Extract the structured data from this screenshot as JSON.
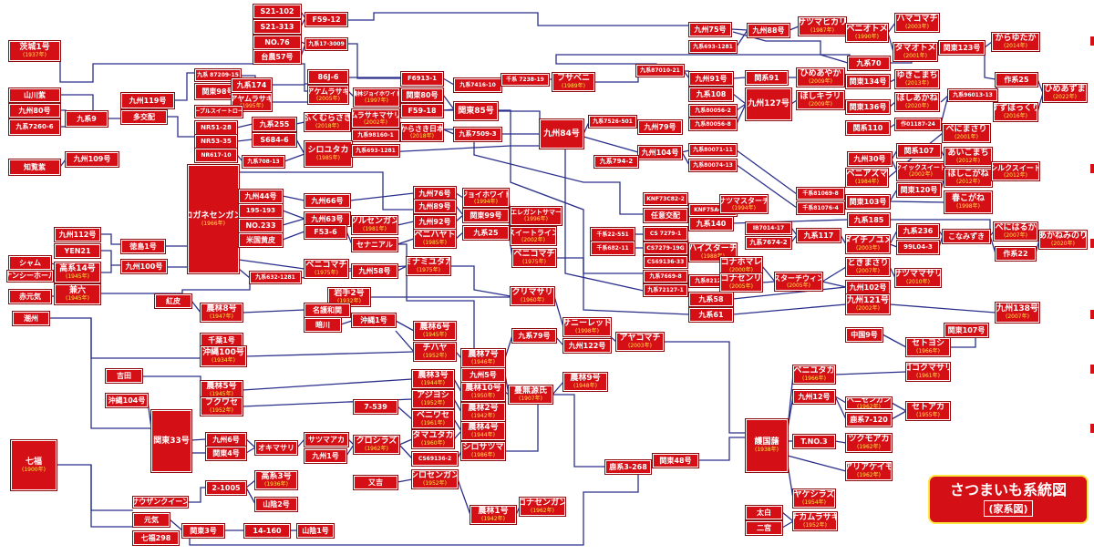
{
  "title": "さつまいも系統図",
  "subtitle": "(家系図)",
  "colors": {
    "node_fill": "#d40f16",
    "year_text": "#ffe640",
    "line": "#2a2f8a"
  },
  "nodes": [
    {
      "id": "c1",
      "name": "茨城1号",
      "year": "(1937年)"
    },
    {
      "id": "c2",
      "name": "山川紫",
      "year": ""
    },
    {
      "id": "c3",
      "name": "九州80号",
      "year": ""
    },
    {
      "id": "c4",
      "name": "九系7260-6",
      "year": ""
    },
    {
      "id": "c5",
      "name": "知覧紫",
      "year": ""
    },
    {
      "id": "c6",
      "name": "九系9",
      "year": ""
    },
    {
      "id": "c7",
      "name": "九州119号",
      "year": ""
    },
    {
      "id": "c8",
      "name": "多交配",
      "year": ""
    },
    {
      "id": "c9",
      "name": "九州109号",
      "year": ""
    },
    {
      "id": "c10",
      "name": "九州112号",
      "year": ""
    },
    {
      "id": "c11",
      "name": "YEN21",
      "year": ""
    },
    {
      "id": "c12",
      "name": "シャム",
      "year": ""
    },
    {
      "id": "c13",
      "name": "高系14号",
      "year": "(1945年)"
    },
    {
      "id": "c14",
      "name": "ナンシーホール",
      "year": ""
    },
    {
      "id": "c15",
      "name": "赤元気",
      "year": ""
    },
    {
      "id": "c16",
      "name": "兼六",
      "year": "(1945年)"
    },
    {
      "id": "c17",
      "name": "徳島1号",
      "year": ""
    },
    {
      "id": "c18",
      "name": "九州100号",
      "year": ""
    },
    {
      "id": "c19",
      "name": "潮州",
      "year": ""
    },
    {
      "id": "c20",
      "name": "七福",
      "year": "(1900年)"
    },
    {
      "id": "c21",
      "name": "沖縄104号",
      "year": ""
    },
    {
      "id": "c22",
      "name": "吉田",
      "year": ""
    },
    {
      "id": "c23",
      "name": "S21-102",
      "year": ""
    },
    {
      "id": "c24",
      "name": "S21-313",
      "year": ""
    },
    {
      "id": "c25",
      "name": "NO.76",
      "year": ""
    },
    {
      "id": "c26",
      "name": "台農57号",
      "year": ""
    },
    {
      "id": "c27",
      "name": "F59-12",
      "year": ""
    },
    {
      "id": "c28",
      "name": "九系17-3009",
      "year": ""
    },
    {
      "id": "c29",
      "name": "九系 87209-15",
      "year": ""
    },
    {
      "id": "c30",
      "name": "関東98号",
      "year": ""
    },
    {
      "id": "c31",
      "name": "九系174",
      "year": ""
    },
    {
      "id": "c32",
      "name": "アヤムラサキ",
      "year": "(1995年)"
    },
    {
      "id": "c33",
      "name": "86J-6",
      "year": ""
    },
    {
      "id": "c34",
      "name": "アケムラサキ",
      "year": "(2005年)"
    },
    {
      "id": "c35",
      "name": "パープルスイートロード",
      "year": ""
    },
    {
      "id": "c36",
      "name": "農林ジョイホワイト",
      "year": "(1997年)"
    },
    {
      "id": "c37",
      "name": "F6913-1",
      "year": ""
    },
    {
      "id": "c38",
      "name": "関東80号",
      "year": ""
    },
    {
      "id": "c39",
      "name": "F59-18",
      "year": ""
    },
    {
      "id": "c40",
      "name": "NR51-28",
      "year": ""
    },
    {
      "id": "c41",
      "name": "九系255",
      "year": ""
    },
    {
      "id": "c42",
      "name": "ふくむらさき",
      "year": "(2018年)"
    },
    {
      "id": "c43",
      "name": "NR53-35",
      "year": ""
    },
    {
      "id": "c44",
      "name": "S684-6",
      "year": ""
    },
    {
      "id": "c45",
      "name": "ムラサキマサリ",
      "year": "(2002年)"
    },
    {
      "id": "c46",
      "name": "九系98160-1",
      "year": ""
    },
    {
      "id": "c47",
      "name": "からさき日本",
      "year": "(2018年)"
    },
    {
      "id": "c48",
      "name": "NR617-10",
      "year": ""
    },
    {
      "id": "c49",
      "name": "九系708-13",
      "year": ""
    },
    {
      "id": "c50",
      "name": "シロユタカ",
      "year": "(1985年)"
    },
    {
      "id": "c51",
      "name": "九系693-1281",
      "year": ""
    },
    {
      "id": "c52",
      "name": "コガネセンガン",
      "year": "(1966年)"
    },
    {
      "id": "c53",
      "name": "九州44号",
      "year": ""
    },
    {
      "id": "c54",
      "name": "九州66号",
      "year": ""
    },
    {
      "id": "c55",
      "name": "195-193",
      "year": ""
    },
    {
      "id": "c56",
      "name": "九州63号",
      "year": ""
    },
    {
      "id": "c57",
      "name": "ツルセンガン",
      "year": "(1981年)"
    },
    {
      "id": "c58",
      "name": "NO.233",
      "year": ""
    },
    {
      "id": "c59",
      "name": "米国黄皮",
      "year": ""
    },
    {
      "id": "c60",
      "name": "F53-6",
      "year": ""
    },
    {
      "id": "c61",
      "name": "セナニアル",
      "year": ""
    },
    {
      "id": "c62",
      "name": "九州76号",
      "year": ""
    },
    {
      "id": "c63",
      "name": "九州89号",
      "year": ""
    },
    {
      "id": "c64",
      "name": "九州92号",
      "year": ""
    },
    {
      "id": "c65",
      "name": "ベニハヤト",
      "year": "(1985年)"
    },
    {
      "id": "c66",
      "name": "ジョイホワイト",
      "year": "(1994年)"
    },
    {
      "id": "c67",
      "name": "関東99号",
      "year": ""
    },
    {
      "id": "c68",
      "name": "エレガントサマー",
      "year": "(1996年)"
    },
    {
      "id": "c69",
      "name": "九系25",
      "year": ""
    },
    {
      "id": "c70",
      "name": "スイートライン",
      "year": "(2002年)"
    },
    {
      "id": "c71",
      "name": "ベニコマチ",
      "year": "(1975年)"
    },
    {
      "id": "c72",
      "name": "九系632-1281",
      "year": ""
    },
    {
      "id": "c73",
      "name": "九州58号",
      "year": ""
    },
    {
      "id": "c74",
      "name": "ミナミユタカ",
      "year": "(1975年)"
    },
    {
      "id": "c75",
      "name": "ベニコマチ",
      "year": "(1975年)"
    },
    {
      "id": "c76",
      "name": "紅皮",
      "year": ""
    },
    {
      "id": "c77",
      "name": "農林8号",
      "year": "(1947年)"
    },
    {
      "id": "c78",
      "name": "岩手2号",
      "year": "(1932年)"
    },
    {
      "id": "c79",
      "name": "名護和関",
      "year": ""
    },
    {
      "id": "c80",
      "name": "沖縄1号",
      "year": ""
    },
    {
      "id": "c81",
      "name": "暗川",
      "year": ""
    },
    {
      "id": "c82",
      "name": "クリマサリ",
      "year": "(1960年)"
    },
    {
      "id": "c83",
      "name": "千葉1号",
      "year": ""
    },
    {
      "id": "c84",
      "name": "沖縄100号",
      "year": "(1934年)"
    },
    {
      "id": "c85",
      "name": "農林6号",
      "year": "(1945年)"
    },
    {
      "id": "c86",
      "name": "チハヤ",
      "year": "(1952年)"
    },
    {
      "id": "c87",
      "name": "九系79号",
      "year": ""
    },
    {
      "id": "c88",
      "name": "サニーレッド",
      "year": "(1998年)"
    },
    {
      "id": "c89",
      "name": "九州122号",
      "year": ""
    },
    {
      "id": "c90",
      "name": "アヤコマチ",
      "year": "(2003年)"
    },
    {
      "id": "c91",
      "name": "農林7号",
      "year": "(1946年)"
    },
    {
      "id": "c92",
      "name": "九州5号",
      "year": ""
    },
    {
      "id": "c93",
      "name": "農林5号",
      "year": "(1945年)"
    },
    {
      "id": "c94",
      "name": "フクワセ",
      "year": "(1952年)"
    },
    {
      "id": "c95",
      "name": "農林3号",
      "year": "(1944年)"
    },
    {
      "id": "c96",
      "name": "アジヨシ",
      "year": "(1952年)"
    },
    {
      "id": "c97",
      "name": "ベニワセ",
      "year": "(1961年)"
    },
    {
      "id": "c98",
      "name": "農林10号",
      "year": "(1950年)"
    },
    {
      "id": "c99",
      "name": "農林2号",
      "year": "(1942年)"
    },
    {
      "id": "c100",
      "name": "蔓無源氏",
      "year": "(1907年)"
    },
    {
      "id": "c101",
      "name": "農林9号",
      "year": "(1948年)"
    },
    {
      "id": "c102",
      "name": "7-539",
      "year": ""
    },
    {
      "id": "c103",
      "name": "関東33号",
      "year": ""
    },
    {
      "id": "c104",
      "name": "九州6号",
      "year": ""
    },
    {
      "id": "c105",
      "name": "関東4号",
      "year": ""
    },
    {
      "id": "c106",
      "name": "オキマサリ",
      "year": ""
    },
    {
      "id": "c107",
      "name": "サツマアカ",
      "year": ""
    },
    {
      "id": "c108",
      "name": "九州1号",
      "year": ""
    },
    {
      "id": "c109",
      "name": "クロシラズ",
      "year": "(1962年)"
    },
    {
      "id": "c110",
      "name": "タマユタカ",
      "year": "(1960年)"
    },
    {
      "id": "c111",
      "name": "農林4号",
      "year": "(1944年)"
    },
    {
      "id": "c112",
      "name": "CS69136-2",
      "year": ""
    },
    {
      "id": "c113",
      "name": "シロサツマ",
      "year": "(1986年)"
    },
    {
      "id": "c114",
      "name": "鹿系3-268",
      "year": ""
    },
    {
      "id": "c115",
      "name": "関東48号",
      "year": ""
    },
    {
      "id": "c116",
      "name": "2-1005",
      "year": ""
    },
    {
      "id": "c117",
      "name": "高系3号",
      "year": "(1936年)"
    },
    {
      "id": "c118",
      "name": "山陰2号",
      "year": ""
    },
    {
      "id": "c119",
      "name": "又吉",
      "year": ""
    },
    {
      "id": "c120",
      "name": "シロセンガン",
      "year": "(1952年)"
    },
    {
      "id": "c121",
      "name": "農林1号",
      "year": "(1942年)"
    },
    {
      "id": "c122",
      "name": "コナセンガン",
      "year": "(1962年)"
    },
    {
      "id": "c123",
      "name": "サウザンクイーン",
      "year": ""
    },
    {
      "id": "c124",
      "name": "元気",
      "year": ""
    },
    {
      "id": "c125",
      "name": "関東3号",
      "year": ""
    },
    {
      "id": "c126",
      "name": "14-160",
      "year": ""
    },
    {
      "id": "c127",
      "name": "山陰1号",
      "year": ""
    },
    {
      "id": "c128",
      "name": "七福298",
      "year": ""
    },
    {
      "id": "c129",
      "name": "九系7416-10",
      "year": ""
    },
    {
      "id": "c130",
      "name": "千系 7238-19",
      "year": ""
    },
    {
      "id": "c131",
      "name": "フサベニ",
      "year": "(1989年)"
    },
    {
      "id": "c132",
      "name": "関東85号",
      "year": ""
    },
    {
      "id": "c133",
      "name": "九系7509-3",
      "year": ""
    },
    {
      "id": "c134",
      "name": "九州84号",
      "year": ""
    },
    {
      "id": "c135",
      "name": "九系7526-501",
      "year": ""
    },
    {
      "id": "c136",
      "name": "九州79号",
      "year": ""
    },
    {
      "id": "c137",
      "name": "九系87010-21",
      "year": ""
    },
    {
      "id": "c138",
      "name": "九州104号",
      "year": ""
    },
    {
      "id": "c139",
      "name": "九系794-2",
      "year": ""
    },
    {
      "id": "c140",
      "name": "九州75号",
      "year": ""
    },
    {
      "id": "c141",
      "name": "九系693-1281",
      "year": ""
    },
    {
      "id": "c142",
      "name": "九州88号",
      "year": ""
    },
    {
      "id": "c143",
      "name": "サツマヒカリ",
      "year": "(1987年)"
    },
    {
      "id": "c144",
      "name": "ベニオトメ",
      "year": "(1990年)"
    },
    {
      "id": "c145",
      "name": "ハマコマチ",
      "year": "(2003年)"
    },
    {
      "id": "c146",
      "name": "タマオトメ",
      "year": "(2001年)"
    },
    {
      "id": "c147",
      "name": "関東123号",
      "year": ""
    },
    {
      "id": "c148",
      "name": "からゆたか",
      "year": "(2014年)"
    },
    {
      "id": "c149",
      "name": "九系70",
      "year": ""
    },
    {
      "id": "c150",
      "name": "九州91号",
      "year": ""
    },
    {
      "id": "c151",
      "name": "関系91",
      "year": ""
    },
    {
      "id": "c152",
      "name": "九系108",
      "year": ""
    },
    {
      "id": "c153",
      "name": "九州127号",
      "year": ""
    },
    {
      "id": "c154",
      "name": "九系80056-2",
      "year": ""
    },
    {
      "id": "c155",
      "name": "九系80056-8",
      "year": ""
    },
    {
      "id": "c156",
      "name": "ひめあやか",
      "year": "(2009年)"
    },
    {
      "id": "c157",
      "name": "ほしキラリ",
      "year": "(2009年)"
    },
    {
      "id": "c158",
      "name": "関東134号",
      "year": ""
    },
    {
      "id": "c159",
      "name": "ゆきこまち",
      "year": "(2013年)"
    },
    {
      "id": "c160",
      "name": "関東136号",
      "year": ""
    },
    {
      "id": "c161",
      "name": "ほしあかね",
      "year": "(2020年)"
    },
    {
      "id": "c162",
      "name": "関系110",
      "year": ""
    },
    {
      "id": "c163",
      "name": "作01187-24",
      "year": ""
    },
    {
      "id": "c164",
      "name": "九系96013-13",
      "year": ""
    },
    {
      "id": "c165",
      "name": "作系25",
      "year": ""
    },
    {
      "id": "c166",
      "name": "すずほっくり",
      "year": "(2016年)"
    },
    {
      "id": "c167",
      "name": "ひめあずま",
      "year": "(2022年)"
    },
    {
      "id": "c168",
      "name": "九系80071-11",
      "year": ""
    },
    {
      "id": "c169",
      "name": "九系80074-13",
      "year": ""
    },
    {
      "id": "c170",
      "name": "九州30号",
      "year": ""
    },
    {
      "id": "c171",
      "name": "関系107",
      "year": ""
    },
    {
      "id": "c172",
      "name": "べにまさり",
      "year": "(2001年)"
    },
    {
      "id": "c173",
      "name": "ベニアズマ",
      "year": "(1984年)"
    },
    {
      "id": "c174",
      "name": "クイックスイート",
      "year": "(2002年)"
    },
    {
      "id": "c175",
      "name": "あいこまち",
      "year": "(2012年)"
    },
    {
      "id": "c176",
      "name": "関東120号",
      "year": ""
    },
    {
      "id": "c177",
      "name": "ほしこがね",
      "year": "(2012年)"
    },
    {
      "id": "c178",
      "name": "シルクスイート",
      "year": "(2012年)"
    },
    {
      "id": "c179",
      "name": "千系81069-8",
      "year": ""
    },
    {
      "id": "c180",
      "name": "千系81076-4",
      "year": ""
    },
    {
      "id": "c181",
      "name": "関東103号",
      "year": ""
    },
    {
      "id": "c182",
      "name": "春こがね",
      "year": "(1998年)"
    },
    {
      "id": "c183",
      "name": "KNF73C82-2",
      "year": ""
    },
    {
      "id": "c184",
      "name": "KNF75A49-2",
      "year": ""
    },
    {
      "id": "c185",
      "name": "サツマスターチ",
      "year": "(1994年)"
    },
    {
      "id": "c186",
      "name": "任意交配",
      "year": ""
    },
    {
      "id": "c187",
      "name": "九系140",
      "year": ""
    },
    {
      "id": "c188",
      "name": "九系185",
      "year": ""
    },
    {
      "id": "c189",
      "name": "千系22-551",
      "year": ""
    },
    {
      "id": "c190",
      "name": "CS 7279-1",
      "year": ""
    },
    {
      "id": "c191",
      "name": "千系682-11",
      "year": ""
    },
    {
      "id": "c192",
      "name": "CS7279-19G",
      "year": ""
    },
    {
      "id": "c193",
      "name": "IB7014-17",
      "year": ""
    },
    {
      "id": "c194",
      "name": "九系7674-2",
      "year": ""
    },
    {
      "id": "c195",
      "name": "九系117",
      "year": ""
    },
    {
      "id": "c196",
      "name": "ダイチノユメ",
      "year": "(2003年)"
    },
    {
      "id": "c197",
      "name": "九系236",
      "year": ""
    },
    {
      "id": "c198",
      "name": "99L04-3",
      "year": ""
    },
    {
      "id": "c199",
      "name": "こなみずき",
      "year": ""
    },
    {
      "id": "c200",
      "name": "べにはるか",
      "year": "(2007年)"
    },
    {
      "id": "c201",
      "name": "作系22",
      "year": ""
    },
    {
      "id": "c202",
      "name": "あかねみのり",
      "year": "(2020年)"
    },
    {
      "id": "c203",
      "name": "CS69136-33",
      "year": ""
    },
    {
      "id": "c204",
      "name": "ハイスターチ",
      "year": "(1988年)"
    },
    {
      "id": "c205",
      "name": "九系7669-8",
      "year": ""
    },
    {
      "id": "c206",
      "name": "九系82124-1",
      "year": ""
    },
    {
      "id": "c207",
      "name": "九系72127-1",
      "year": ""
    },
    {
      "id": "c208",
      "name": "コナホマレ",
      "year": "(2000年)"
    },
    {
      "id": "c209",
      "name": "コナセンリ",
      "year": "(2005年)"
    },
    {
      "id": "c210",
      "name": "スターチウィン",
      "year": "(2005年)"
    },
    {
      "id": "c211",
      "name": "ときまさり",
      "year": "(2007年)"
    },
    {
      "id": "c212",
      "name": "サツママサリ",
      "year": "(2010年)"
    },
    {
      "id": "c213",
      "name": "九州102号",
      "year": ""
    },
    {
      "id": "c214",
      "name": "九系58",
      "year": ""
    },
    {
      "id": "c215",
      "name": "九系61",
      "year": ""
    },
    {
      "id": "c216",
      "name": "九州121号",
      "year": "(2002年)"
    },
    {
      "id": "c217",
      "name": "九州138号",
      "year": "(2007年)"
    },
    {
      "id": "c218",
      "name": "関東107号",
      "year": ""
    },
    {
      "id": "c219",
      "name": "中国9号",
      "year": ""
    },
    {
      "id": "c220",
      "name": "セトヨシ",
      "year": "(1966年)"
    },
    {
      "id": "c221",
      "name": "ゴコクマサリ",
      "year": "(1961年)"
    },
    {
      "id": "c222",
      "name": "ベニユタカ",
      "year": "(1966年)"
    },
    {
      "id": "c223",
      "name": "九州12号",
      "year": ""
    },
    {
      "id": "c224",
      "name": "ベニセンガン",
      "year": "(1962年)"
    },
    {
      "id": "c225",
      "name": "鹿系7-120",
      "year": ""
    },
    {
      "id": "c226",
      "name": "セトアカ",
      "year": "(1955年)"
    },
    {
      "id": "c227",
      "name": "護国藷",
      "year": "(1938年)"
    },
    {
      "id": "c228",
      "name": "T.NO.3",
      "year": ""
    },
    {
      "id": "c229",
      "name": "ツクモアカ",
      "year": "(1962年)"
    },
    {
      "id": "c230",
      "name": "アリアケイモ",
      "year": "(1962年)"
    },
    {
      "id": "c231",
      "name": "ヤケシラズ",
      "year": "(1954年)"
    },
    {
      "id": "c232",
      "name": "太白",
      "year": ""
    },
    {
      "id": "c233",
      "name": "ナカムラサキ",
      "year": "(1952年)"
    },
    {
      "id": "c234",
      "name": "二宮",
      "year": ""
    }
  ]
}
